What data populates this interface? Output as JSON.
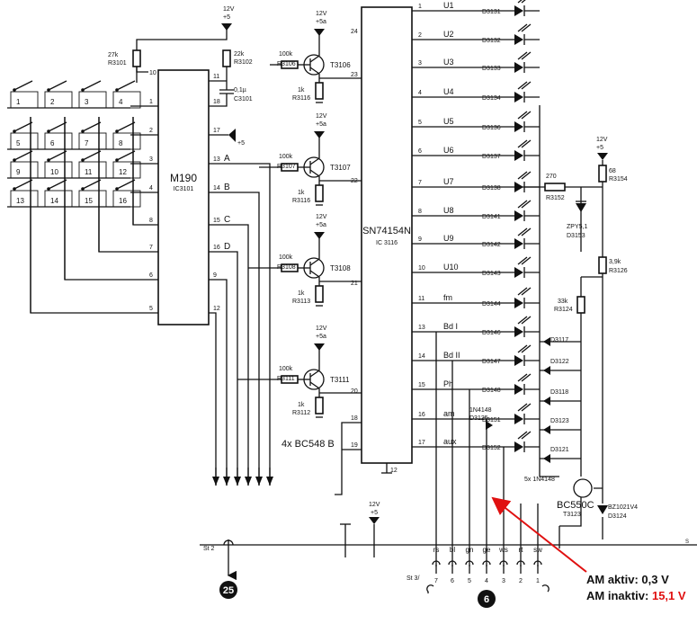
{
  "schematic": {
    "ic_m190": {
      "name": "M190",
      "ref": "IC3101",
      "pins_left": [
        "10",
        "1",
        "2",
        "3",
        "4",
        "8",
        "7",
        "6",
        "5"
      ],
      "pins_right": [
        "11",
        "18",
        "17",
        "13",
        "14",
        "15",
        "16",
        "9",
        "12"
      ],
      "outputs": [
        "A",
        "B",
        "C",
        "D"
      ]
    },
    "ic_sn": {
      "name": "SN74154N",
      "ref": "IC 3116",
      "pins_left": [
        "24",
        "23",
        "22",
        "21",
        "20",
        "18",
        "19"
      ],
      "pin_bottom": "12",
      "pins_right": [
        "1",
        "2",
        "3",
        "4",
        "5",
        "6",
        "7",
        "8",
        "9",
        "10",
        "11",
        "13",
        "14",
        "15",
        "16",
        "17"
      ]
    },
    "keys": [
      "1",
      "2",
      "3",
      "4",
      "5",
      "6",
      "7",
      "8",
      "9",
      "10",
      "11",
      "12",
      "13",
      "14",
      "15",
      "16"
    ],
    "outputs": [
      {
        "label": "U1",
        "diode": "D3131"
      },
      {
        "label": "U2",
        "diode": "D3132"
      },
      {
        "label": "U3",
        "diode": "D3133"
      },
      {
        "label": "U4",
        "diode": "D3134"
      },
      {
        "label": "U5",
        "diode": "D3136"
      },
      {
        "label": "U6",
        "diode": "D3137"
      },
      {
        "label": "U7",
        "diode": "D3138"
      },
      {
        "label": "U8",
        "diode": "D3141"
      },
      {
        "label": "U9",
        "diode": "D3142"
      },
      {
        "label": "U10",
        "diode": "D3143"
      },
      {
        "label": "fm",
        "diode": "D3144"
      },
      {
        "label": "Bd I",
        "diode": "D3146"
      },
      {
        "label": "Bd II",
        "diode": "D3147"
      },
      {
        "label": "Ph",
        "diode": "D3148"
      },
      {
        "label": "am",
        "diode": "D3151"
      },
      {
        "label": "aux",
        "diode": "D3152"
      }
    ],
    "transistors": [
      {
        "ref": "T3106",
        "rb": "100k",
        "rb_ref": "R3106",
        "re": "1k",
        "re_ref": "R3116",
        "sup": "12V",
        "sup2": "+5a"
      },
      {
        "ref": "T3107",
        "rb": "100k",
        "rb_ref": "R3107",
        "re": "1k",
        "re_ref": "R3116",
        "sup": "12V",
        "sup2": "+5a"
      },
      {
        "ref": "T3108",
        "rb": "100k",
        "rb_ref": "R3108",
        "re": "1k",
        "re_ref": "R3113",
        "sup": "12V",
        "sup2": "+5a"
      },
      {
        "ref": "T3111",
        "rb": "100k",
        "rb_ref": "R3111",
        "re": "1k",
        "re_ref": "R3112",
        "sup": "12V",
        "sup2": "+5a"
      }
    ],
    "transistor_note": "4x BC548 B",
    "r3101": {
      "v": "27k",
      "ref": "R3101"
    },
    "r3102": {
      "v": "22k",
      "ref": "R3102"
    },
    "c3101": {
      "v": "0,1µ",
      "ref": "C3101"
    },
    "sup_top": {
      "a": "12V",
      "b": "+5"
    },
    "sup_pin17": "+5",
    "r3152": {
      "v": "270",
      "ref": "R3152"
    },
    "r3154": {
      "v": "68",
      "ref": "R3154"
    },
    "sup_right": {
      "a": "12V",
      "b": "+5"
    },
    "zener": {
      "v": "ZPY5,1",
      "ref": "D3153"
    },
    "r3126": {
      "v": "3,9k",
      "ref": "R3126"
    },
    "r3124": {
      "v": "33k",
      "ref": "R3124"
    },
    "side_diodes": [
      "D3117",
      "D3122",
      "D3118",
      "D3123",
      "D3121"
    ],
    "d3125": {
      "v": "1N4148",
      "ref": "D3125"
    },
    "diode_note": "5x 1N4148",
    "bc550": {
      "v": "BC550C",
      "ref": "T3123"
    },
    "bz": {
      "v": "BZ1021V4",
      "ref": "D3124"
    },
    "sup_bottom": {
      "a": "12V",
      "b": "+5"
    },
    "st2": "St 2",
    "st3": "St 3/",
    "connector_labels": [
      "rs",
      "bl",
      "gn",
      "ge",
      "ws",
      "rt",
      "sw"
    ],
    "connector_pins": [
      "7",
      "6",
      "5",
      "4",
      "3",
      "2",
      "1"
    ],
    "badge_left": "25",
    "badge_right": "6",
    "edge_s": "S"
  },
  "annotation": {
    "line1_label": "AM aktiv:",
    "line1_value": "0,3 V",
    "line2_label": "AM inaktiv:",
    "line2_value": "15,1 V",
    "arrow_color": "#e01010",
    "value2_color": "#e01010"
  }
}
